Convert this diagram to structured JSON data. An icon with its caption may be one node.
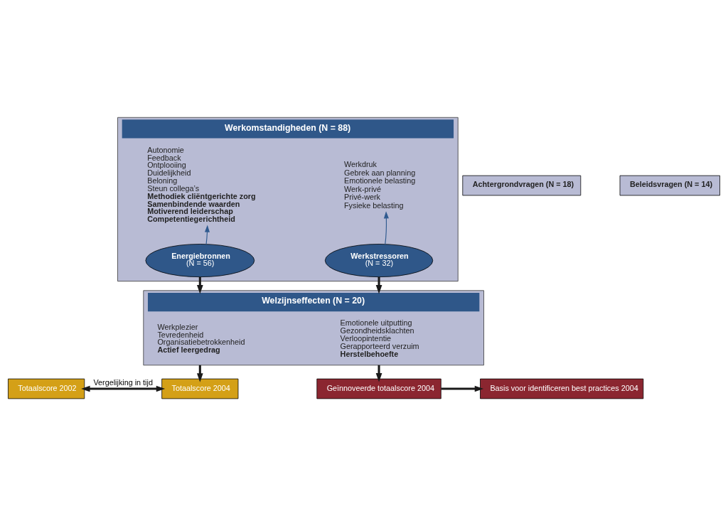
{
  "diagram": {
    "nodes": [
      {
        "text": [
          "Werkomstandigheden (N = 88)"
        ]
      },
      {
        "text": [
          "Autonomie",
          "Feedback",
          "Ontplooiing",
          "Duidelijkheid",
          "Beloning",
          "Steun collega’s",
          "Methodiek cliëntgerichte zorg",
          "Samenbindende waarden",
          "Motiverend leiderschap",
          "Competentiegerichtheid"
        ],
        "in": 0
      },
      {
        "text": [
          "Werkdruk",
          "Gebrek aan planning",
          "Emotionele belasting",
          "Werk-privé",
          "Privé-werk",
          "Fysieke belasting"
        ],
        "in": 0
      },
      {
        "text": [
          "Energiebronnen",
          "(N = 56)"
        ],
        "in": 0
      },
      {
        "text": [
          "Werkstressoren",
          "(N = 32)"
        ],
        "in": 0
      },
      {
        "text": [
          "Achtergrondvragen (N = 18)"
        ]
      },
      {
        "text": [
          "Beleidsvragen (N = 14)"
        ]
      },
      {
        "text": [
          "Welzijnseffecten (N = 20)"
        ]
      },
      {
        "text": [
          "Werkplezier",
          "Tevredenheid",
          "Organisatiebetrokkenheid",
          "Actief leergedrag"
        ],
        "in": 7
      },
      {
        "text": [
          "Emotionele uitputting",
          "Gezondheidsklachten",
          "Verloopintentie",
          "Gerapporteerd verzuim",
          "Herstelbehoefte"
        ],
        "in": 7
      },
      {
        "text": [
          "Totaalscore 2002"
        ]
      },
      {
        "text": [
          "Totaalscore 2004"
        ]
      },
      {
        "text": [
          "Geïnnoveerde totaalscore 2004"
        ]
      },
      {
        "text": [
          "Basis voor identificeren best practices 2004"
        ]
      }
    ],
    "edges": [
      {
        "from": 3,
        "to": 1,
        "arrow": "to",
        "color": "#2f5a8f"
      },
      {
        "from": 4,
        "to": 2,
        "arrow": "to",
        "color": "#2f5a8f"
      },
      {
        "from": 3,
        "to": 7,
        "arrow": "to"
      },
      {
        "from": 4,
        "to": 7,
        "arrow": "to"
      },
      {
        "from": 7,
        "to": 11,
        "arrow": "to"
      },
      {
        "from": 7,
        "to": 12,
        "arrow": "to"
      },
      {
        "from": 10,
        "to": 11,
        "arrow": "both",
        "label": "Vergelijking in tijd"
      },
      {
        "from": 12,
        "to": 13,
        "arrow": "to"
      }
    ]
  }
}
